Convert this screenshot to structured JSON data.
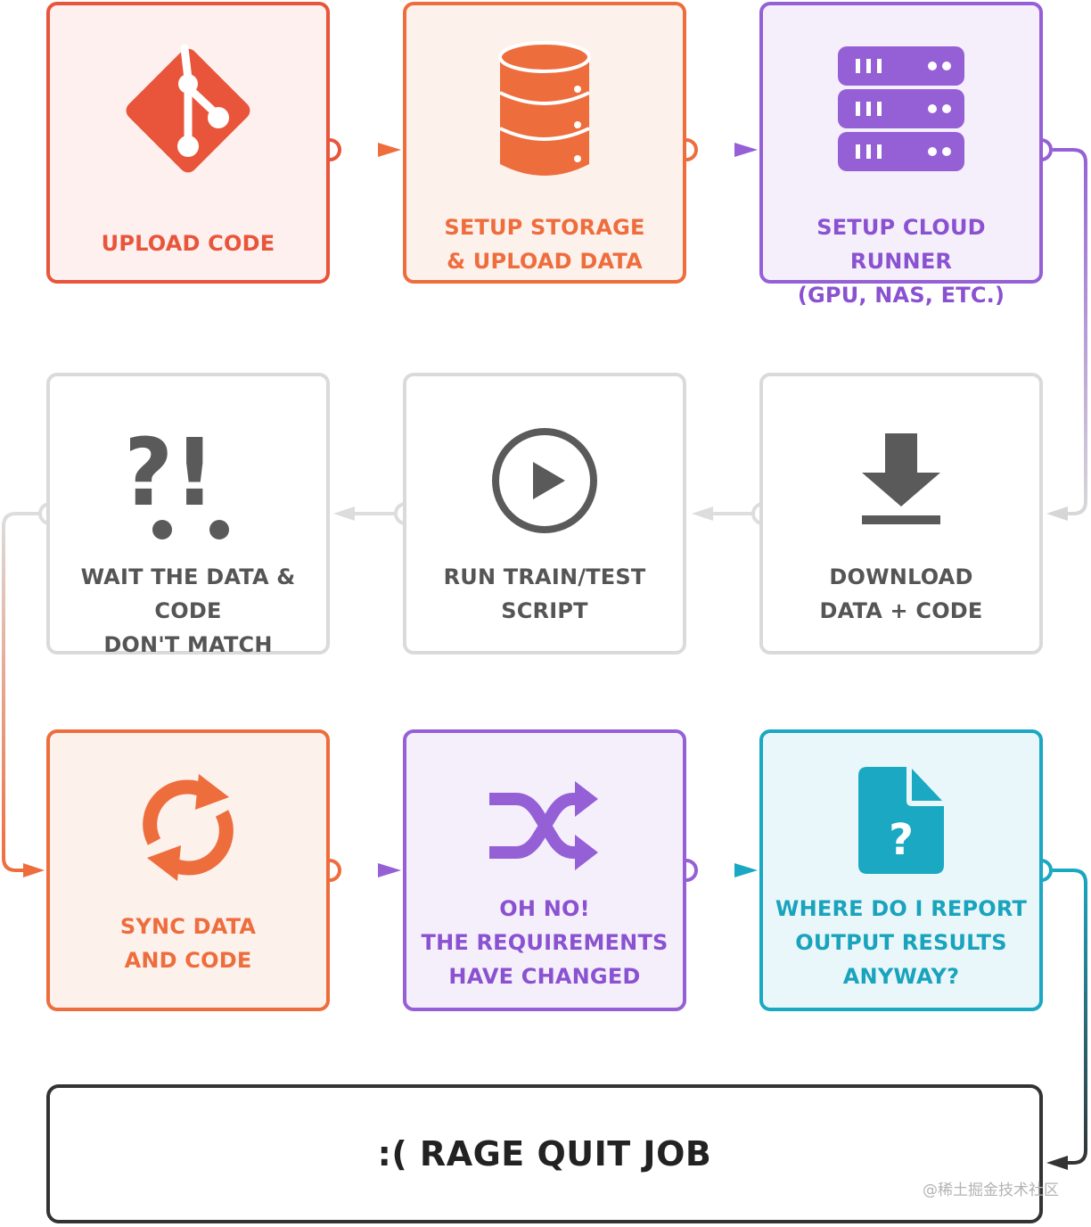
{
  "steps": {
    "upload_code": {
      "label": [
        "UPLOAD CODE"
      ],
      "icon": "git-icon"
    },
    "setup_storage": {
      "label": [
        "SETUP STORAGE",
        "& UPLOAD DATA"
      ],
      "icon": "database-icon"
    },
    "setup_cloud": {
      "label": [
        "SETUP CLOUD RUNNER",
        "(GPU, NAS, ETC.)"
      ],
      "icon": "server-stack-icon"
    },
    "download": {
      "label": [
        "DOWNLOAD",
        "DATA + CODE"
      ],
      "icon": "download-icon"
    },
    "run_script": {
      "label": [
        "RUN TRAIN/TEST",
        "SCRIPT"
      ],
      "icon": "play-circle-icon"
    },
    "wait_mismatch": {
      "label": [
        "WAIT THE DATA & CODE",
        "DON'T MATCH"
      ],
      "icon": "question-exclamation-icon",
      "glyph": "?!"
    },
    "sync": {
      "label": [
        "SYNC DATA",
        "AND CODE"
      ],
      "icon": "sync-icon"
    },
    "requirements": {
      "label": [
        "OH NO!",
        "THE REQUIREMENTS",
        "HAVE CHANGED"
      ],
      "icon": "shuffle-icon"
    },
    "report": {
      "label": [
        "WHERE DO I REPORT",
        "OUTPUT RESULTS",
        "ANYWAY?"
      ],
      "icon": "file-question-icon",
      "glyph": "?"
    }
  },
  "final": {
    "label": ":( RAGE QUIT JOB"
  },
  "watermark": "@稀土掘金技术社区",
  "colors": {
    "red": "#e8553b",
    "orange": "#ee6d3d",
    "purple": "#9560d6",
    "grey": "#cccccc",
    "teal": "#1aa8c2",
    "dark": "#333333"
  }
}
